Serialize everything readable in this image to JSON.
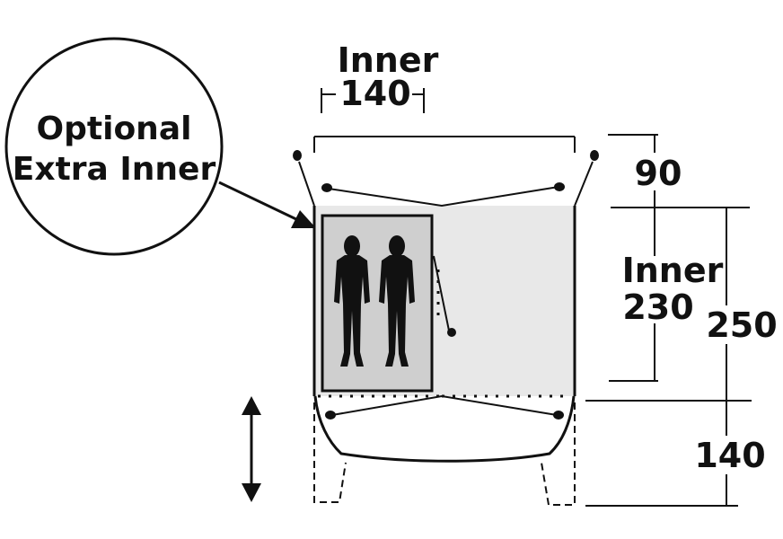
{
  "callout": {
    "line1": "Optional",
    "line2": "Extra Inner"
  },
  "dimensions": {
    "top_inner_label": "Inner",
    "top_inner_width": "140",
    "porch_depth": "90",
    "side_inner_label": "Inner",
    "side_inner_length": "230",
    "total_length": "250",
    "canopy_depth": "140"
  },
  "colors": {
    "line": "#111111",
    "floor": "#e8e8e8",
    "inner": "#cfcfcf",
    "figure": "#111111"
  },
  "icons": [
    "adjust-arrow-icon",
    "person-icon",
    "peg-icon"
  ]
}
